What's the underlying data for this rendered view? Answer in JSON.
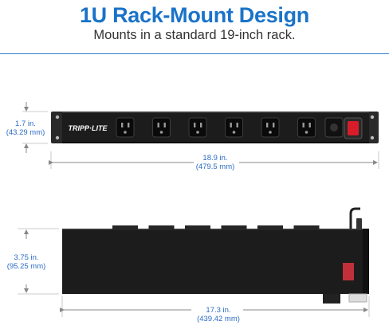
{
  "header": {
    "title": "1U Rack-Mount Design",
    "subtitle": "Mounts in a standard 19-inch rack."
  },
  "front_view": {
    "brand": "TRIPP·LITE",
    "outlet_count": 6,
    "height_label": "1.7 in.",
    "height_label_mm": "(43.29 mm)",
    "width_label": "18.9 in.",
    "width_label_mm": "(479.5 mm)"
  },
  "side_view": {
    "height_label": "3.75 in.",
    "height_label_mm": "(95.25 mm)",
    "depth_label": "17.3 in.",
    "depth_label_mm": "(439.42 mm)"
  },
  "colors": {
    "accent": "#1a73c8",
    "dimension": "#2b6cc4",
    "body": "#1c1c1c",
    "switch": "#d81c2a"
  }
}
